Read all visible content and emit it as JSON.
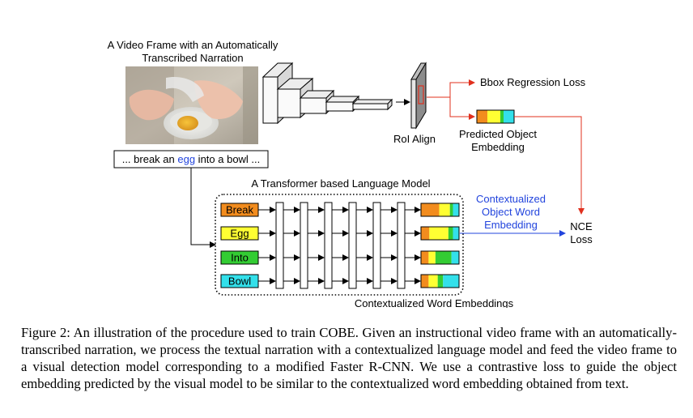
{
  "figure": {
    "video_frame_title_line1": "A Video Frame with an Automatically",
    "video_frame_title_line2": "Transcribed Narration",
    "narration": {
      "before": "... break an ",
      "highlight": "egg",
      "after": " into a bowl ..."
    },
    "roi_align_label": "RoI Align",
    "bbox_loss_label": "Bbox Regression Loss",
    "predicted_embedding_line1": "Predicted Object",
    "predicted_embedding_line2": "Embedding",
    "transformer_title": "A Transformer based Language Model",
    "contextualized_label_line1": "Contextualized",
    "contextualized_label_line2": "Object Word",
    "contextualized_label_line3": "Embedding",
    "nce_line1": "NCE",
    "nce_line2": "Loss",
    "contextualized_word_embeddings": "Contextualized Word Embeddings",
    "tokens": [
      {
        "label": "Break",
        "color": "#f28c1e"
      },
      {
        "label": "Egg",
        "color": "#ffff33"
      },
      {
        "label": "Into",
        "color": "#33cc33"
      },
      {
        "label": "Bowl",
        "color": "#33e0ea"
      }
    ],
    "colors": {
      "red_arrow": "#e0301e",
      "blue_arrow": "#2244dd",
      "highlight_text": "#2244dd",
      "blue_label": "#2244dd"
    }
  },
  "caption": "Figure 2: An illustration of the procedure used to train COBE. Given an instructional video frame with an automatically-transcribed narration, we process the textual narration with a contextualized language model and feed the video frame to a visual detection model corresponding to a modified Faster R-CNN. We use a contrastive loss to guide the object embedding predicted by the visual model to be similar to the contextualized word embedding obtained from text."
}
